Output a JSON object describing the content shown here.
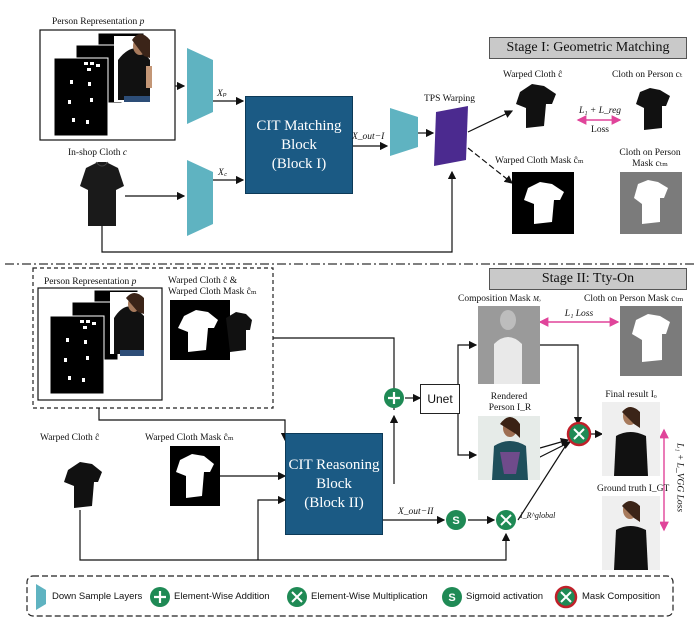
{
  "stage1": {
    "title": "Stage I: Geometric Matching",
    "person_rep": "Person Representation",
    "person_rep_sym": "p",
    "inshop": "In-shop Cloth",
    "inshop_sym": "c",
    "xp": "Xₚ",
    "xc": "X꜀",
    "block_title": "CIT Matching",
    "block_sub": "Block",
    "block_id": "(Block I)",
    "xout": "X_out−I",
    "tps": "TPS Warping",
    "warped": "Warped Cloth ĉ",
    "cloth_on_person": "Cloth on Person cₜ",
    "loss_formula": "L₁ + L_reg",
    "loss": "Loss",
    "warped_mask": "Warped Cloth Mask ĉₘ",
    "cloth_on_person_mask_1": "Cloth on Person",
    "cloth_on_person_mask_2": "Mask cₜₘ"
  },
  "stage2": {
    "title": "Stage II: Tty-On",
    "person_rep": "Person Representation",
    "person_rep_sym": "p",
    "warped_pair_1": "Warped Cloth ĉ &",
    "warped_pair_2": "Warped Cloth Mask ĉₘ",
    "composition_mask": "Composition Mask",
    "composition_sym": "Mₒ",
    "cloth_on_person_mask": "Cloth on Person Mask cₜₘ",
    "l1_loss": "L₁ Loss",
    "unet": "Unet",
    "rendered_1": "Rendered",
    "rendered_2": "Person I_R",
    "final_result": "Final result Iₒ",
    "ground_truth": "Ground truth I_GT",
    "vertical_loss": "L₁ + L_VGG Loss",
    "warped_cloth": "Warped Cloth ĉ",
    "warped_mask": "Warped Cloth Mask ĉₘ",
    "block_title": "CIT Reasoning",
    "block_sub": "Block",
    "block_id": "(Block II)",
    "xout": "X_out−II",
    "global_sym": "I_R^global"
  },
  "legend": {
    "down": "Down Sample Layers",
    "add": "Element-Wise Addition",
    "mult": "Element-Wise Multiplication",
    "sig": "Sigmoid activation",
    "maskc": "Mask Composition"
  },
  "colors": {
    "block": "#1b5a84",
    "downsample": "#5fb3c1",
    "tps": "#4b2a8f",
    "op": "#1f8a55",
    "loss_arrow": "#e0449a",
    "mask_ring": "#c0202a"
  }
}
